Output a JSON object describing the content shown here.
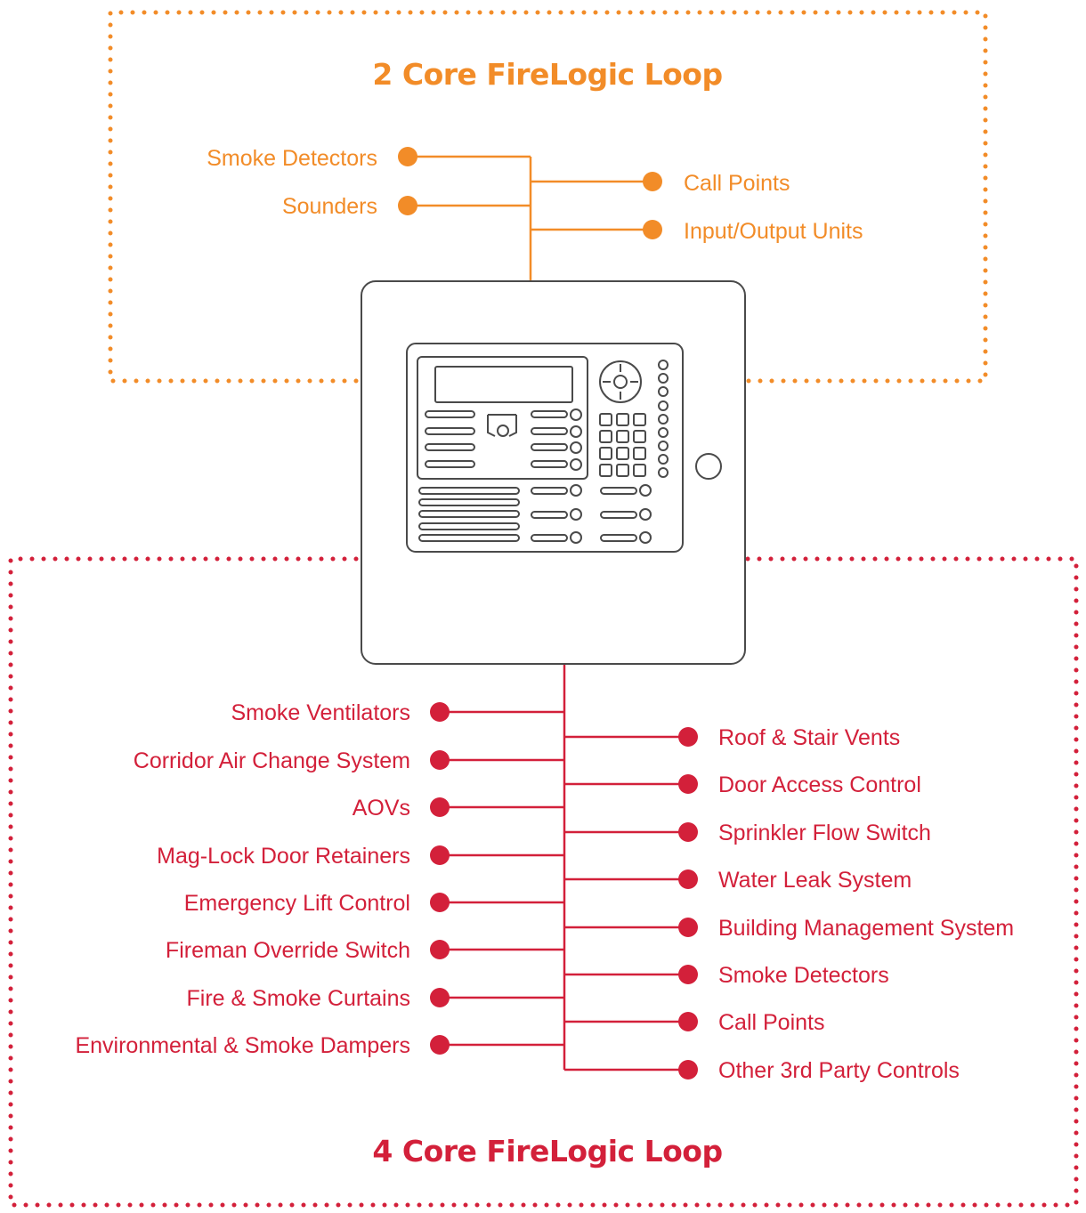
{
  "colors": {
    "orange": "#f28c28",
    "red": "#d3203a",
    "panel": "#4a4a4a"
  },
  "top_loop": {
    "title": "2 Core FireLogic Loop",
    "left_items": [
      "Smoke Detectors",
      "Sounders"
    ],
    "right_items": [
      "Call Points",
      "Input/Output Units"
    ]
  },
  "panel": {
    "icon": "fire-alarm-control-panel-icon"
  },
  "bottom_loop": {
    "title": "4 Core FireLogic Loop",
    "left_items": [
      "Smoke Ventilators",
      "Corridor Air Change System",
      "AOVs",
      "Mag-Lock Door Retainers",
      "Emergency Lift Control",
      "Fireman Override Switch",
      "Fire & Smoke Curtains",
      "Environmental & Smoke Dampers"
    ],
    "right_items": [
      "Roof & Stair Vents",
      "Door Access Control",
      "Sprinkler Flow Switch",
      "Water Leak System",
      "Building Management System",
      "Smoke Detectors",
      "Call Points",
      "Other 3rd Party Controls"
    ]
  }
}
